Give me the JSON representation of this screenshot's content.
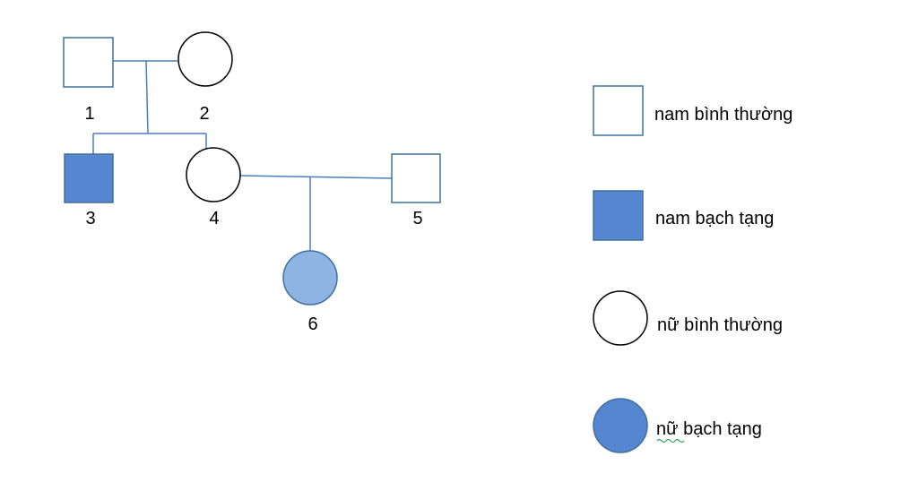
{
  "individuals": {
    "i1": {
      "label": "1"
    },
    "i2": {
      "label": "2"
    },
    "i3": {
      "label": "3"
    },
    "i4": {
      "label": "4"
    },
    "i5": {
      "label": "5"
    },
    "i6": {
      "label": "6"
    }
  },
  "legend": {
    "normal_male": "nam bình thường",
    "albino_male": "nam bạch tạng",
    "normal_female": "nữ bình thường",
    "albino_female": "nữ bạch tạng"
  },
  "colors": {
    "line": "#4a7ebb",
    "outline": "#41719c",
    "affected_fill": "#5586cf",
    "affected_light_fill": "#8eb4e3",
    "unaffected_fill": "#ffffff"
  }
}
